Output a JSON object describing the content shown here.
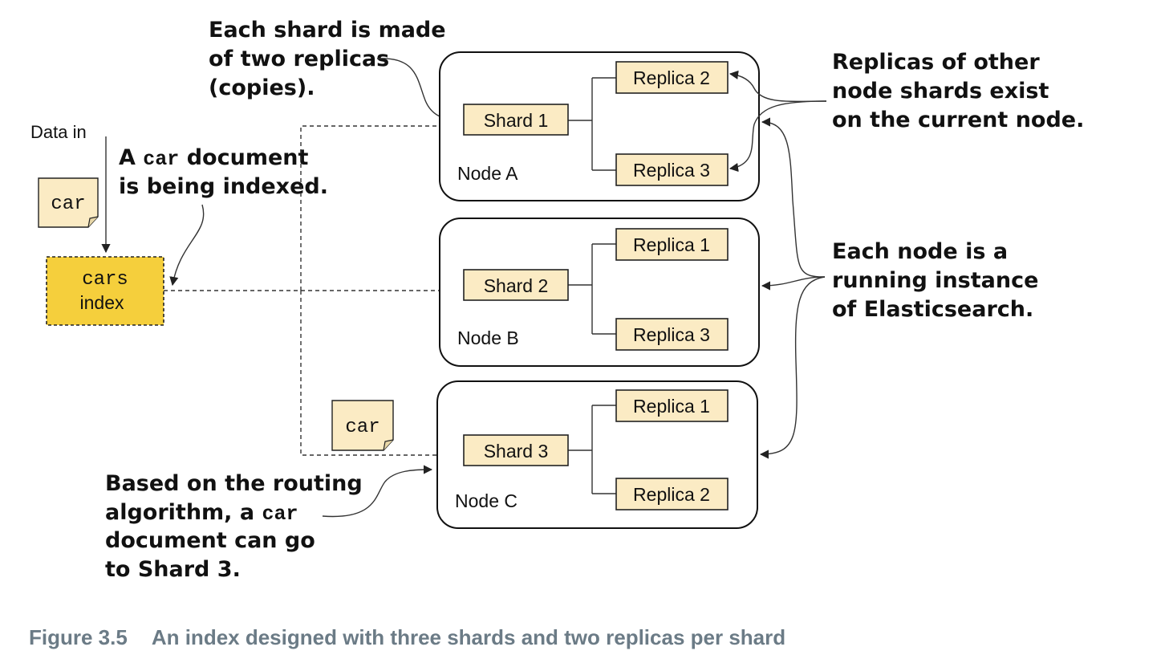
{
  "diagram": {
    "input": {
      "data_in_label": "Data in",
      "doc_label": "car",
      "index_line1": "cars",
      "index_line2": "index"
    },
    "routed_doc_label": "car",
    "nodes": [
      {
        "name": "Node A",
        "shard": "Shard 1",
        "replica_top": "Replica 2",
        "replica_bottom": "Replica 3"
      },
      {
        "name": "Node B",
        "shard": "Shard 2",
        "replica_top": "Replica 1",
        "replica_bottom": "Replica 3"
      },
      {
        "name": "Node C",
        "shard": "Shard 3",
        "replica_top": "Replica 1",
        "replica_bottom": "Replica 2"
      }
    ],
    "annotations": {
      "shard_replicas": [
        "Each shard is made",
        "of two replicas",
        "(copies)."
      ],
      "indexing": {
        "line1_prefix": "A ",
        "line1_code": "car",
        "line1_suffix": " document",
        "line2": "is being indexed."
      },
      "other_replicas": [
        "Replicas of other",
        "node shards exist",
        "on the current node."
      ],
      "node_instance": [
        "Each node is a",
        "running instance",
        "of Elasticsearch."
      ],
      "routing": {
        "line1": "Based on the routing",
        "line2_prefix": "algorithm, a ",
        "line2_code": "car",
        "line3": "document can go",
        "line4": "to Shard 3."
      }
    },
    "colors": {
      "shard_fill": "#fbebc4",
      "index_fill": "#f5cf3c",
      "doc_fill": "#fbebc4",
      "caption_color": "#6b7b86"
    }
  },
  "caption": {
    "figure": "Figure 3.5",
    "text": "An index designed with three shards and two replicas per shard"
  }
}
